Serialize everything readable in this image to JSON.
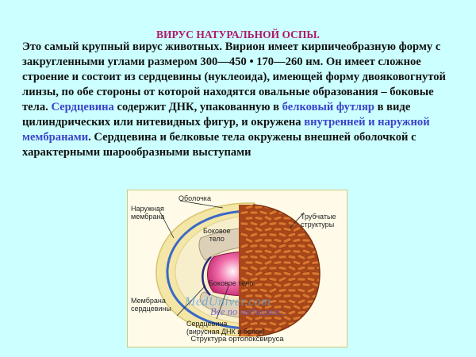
{
  "title": "ВИРУС НАТУРАЛЬНОЙ ОСПЫ.",
  "body": {
    "p1": "Это самый крупный вирус животных. Вирион имеет кирпичеобразную форму с закругленными углами размером 300—450 • 170—260 нм. Он имеет сложное строение и состоит из сердцевины (нуклеоида), имеющей форму двояковогнутой линзы, по обе стороны от которой находятся овальные образования – боковые тела. ",
    "core_term": "Сердцевина",
    "p2": " содержит ДНК, упакованную в ",
    "capsid_term": "белковый футляр",
    "p3": " в виде цилиндрических или нитевидных фигур, и окружена ",
    "membranes_term": "внутренней и наружной мембранами",
    "p4": ". Сердцевина и белковые тела окружены внешней оболочкой с характерными шарообразными выступами"
  },
  "figure": {
    "labels": {
      "envelope": "Оболочка",
      "outer_membrane_1": "Наружная",
      "outer_membrane_2": "мембрана",
      "tubular_1": "Трубчатые",
      "tubular_2": "структуры",
      "lateral_body_1": "Боковое",
      "lateral_body_2": "тело",
      "lateral_body_bottom": "Боковое тело",
      "core_membrane_1": "Мембрана",
      "core_membrane_2": "сердцевины",
      "core_1": "Сердцевина",
      "core_2": "(вирусная ДНК и белок)"
    },
    "caption": "Структура ортопоксвируса"
  },
  "watermark": {
    "site": "MedUniver.com",
    "tagline": "Все по медицине..."
  },
  "colors": {
    "background": "#ccffff",
    "title": "#b0186a",
    "highlight": "#3b43c9",
    "tubules": "#c8621e"
  }
}
